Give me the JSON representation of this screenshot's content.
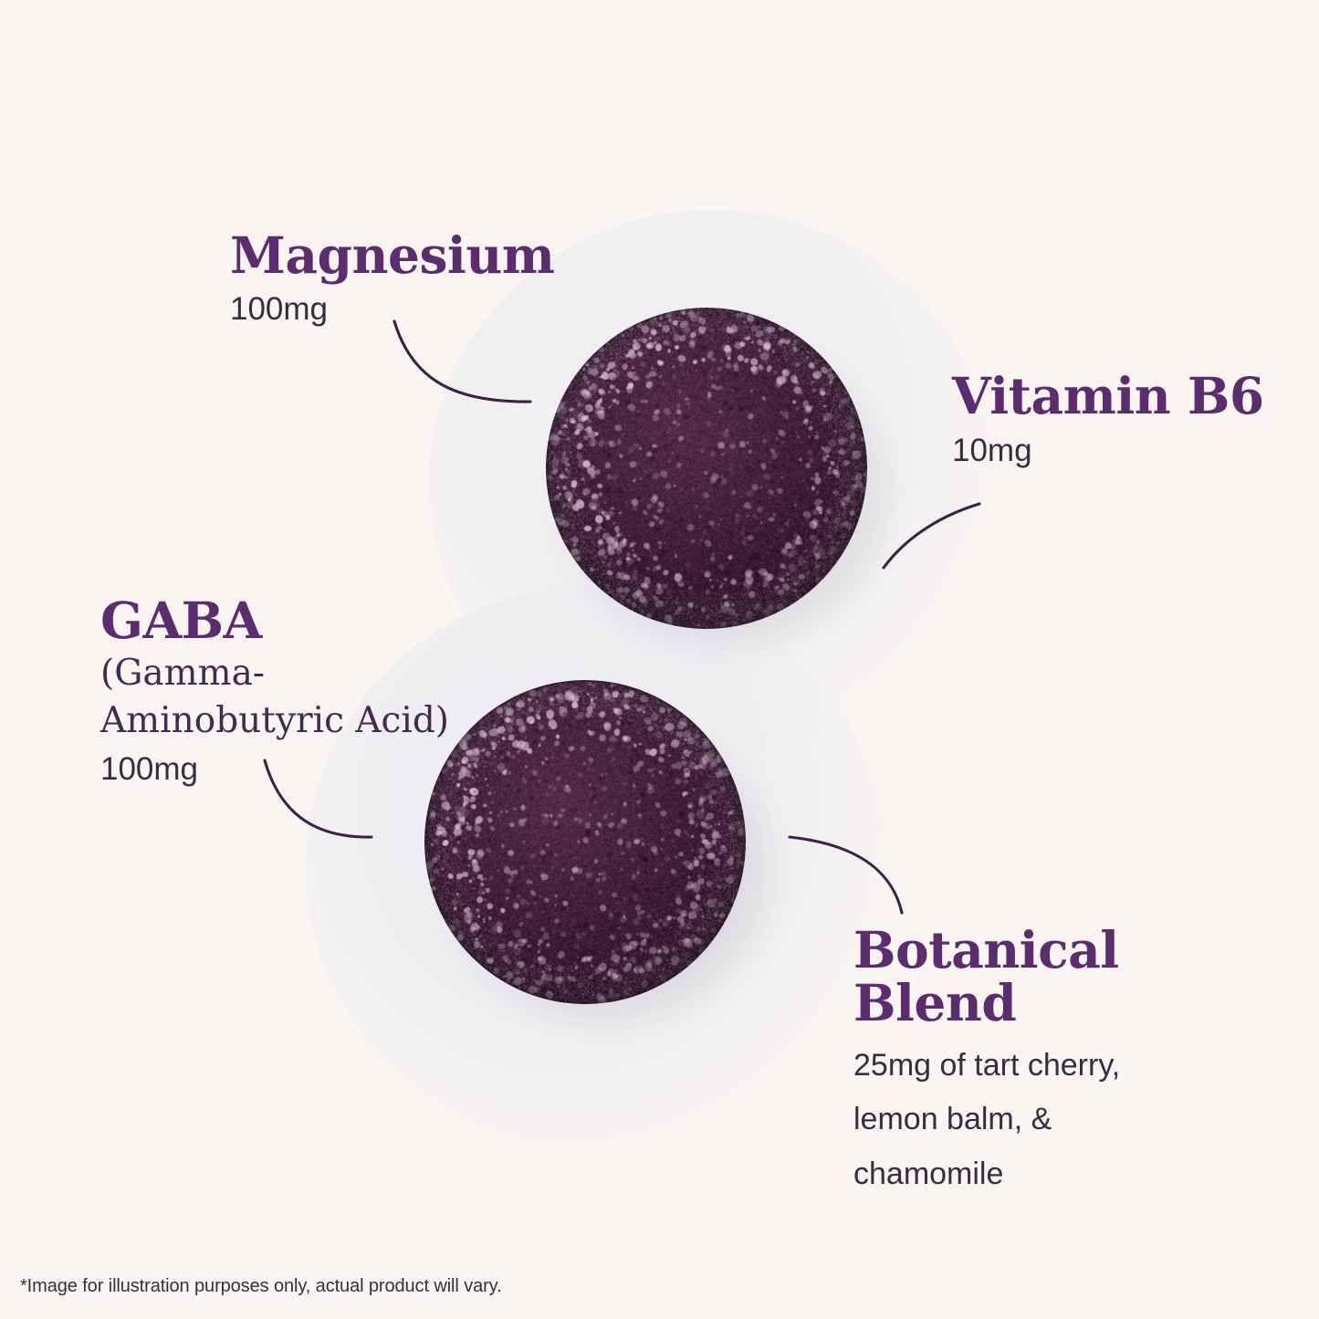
{
  "page": {
    "background_color": "#faf5f3",
    "heading_color": "#5b2d6e",
    "body_text_color": "#3d2a3e",
    "connector_color": "#3b2145",
    "gummy_color": "#3a1733"
  },
  "callouts": [
    {
      "id": "magnesium",
      "heading": "Magnesium",
      "amount": "100mg"
    },
    {
      "id": "vitamin-b6",
      "heading": "Vitamin B6",
      "amount": "10mg"
    },
    {
      "id": "gaba",
      "heading": "GABA",
      "full_name_line1": "(Gamma-",
      "full_name_line2": "Aminobutyric Acid)",
      "amount": "100mg"
    },
    {
      "id": "botanical-blend",
      "heading_line1": "Botanical",
      "heading_line2": "Blend",
      "description_line1": "25mg of tart cherry,",
      "description_line2": "lemon balm, &",
      "description_line3": "chamomile"
    }
  ],
  "product": {
    "gummy_count": 2,
    "gummy_shape": "round-sugar-coated-gummy"
  },
  "disclaimer": "*Image for illustration purposes only, actual product will vary."
}
